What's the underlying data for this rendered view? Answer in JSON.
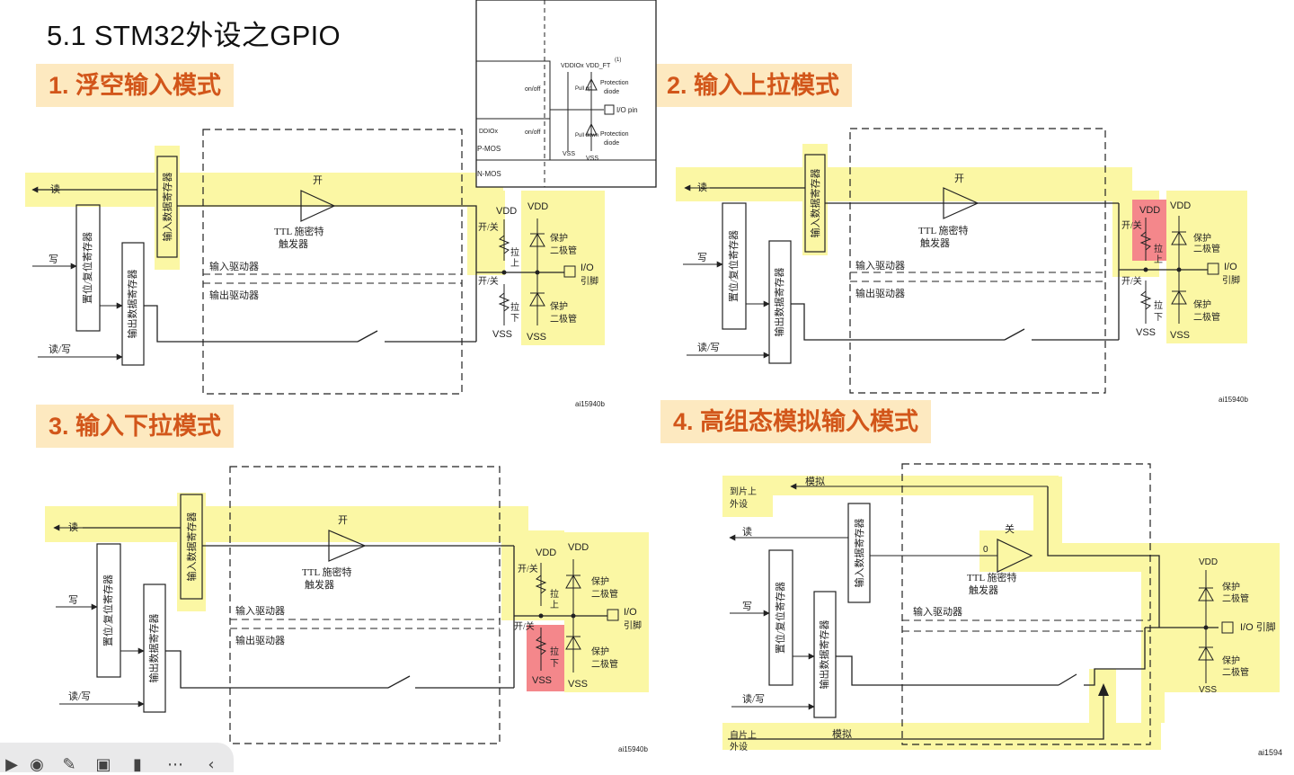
{
  "page": {
    "title": "5.1  STM32外设之GPIO"
  },
  "headings": {
    "h1": "1. 浮空输入模式",
    "h2": "2. 输入上拉模式",
    "h3": "3. 输入下拉模式",
    "h4": "4. 高组态模拟输入模式"
  },
  "labels": {
    "read": "读",
    "write": "写",
    "rw": "读/写",
    "in_reg": "输入数据寄存器",
    "set_reset_reg": "置位/复位寄存器",
    "out_reg": "输出数据寄存器",
    "on": "开",
    "off": "关",
    "ttl1": "TTL 施密特",
    "ttl2": "触发器",
    "in_driver": "输入驱动器",
    "out_driver": "输出驱动器",
    "onoff": "开/关",
    "pull": "拉",
    "up": "上",
    "down": "下",
    "vdd": "VDD",
    "vss": "VSS",
    "protect": "保护",
    "diode": "二极管",
    "io": "I/O",
    "pin": "引脚",
    "io_pin": "I/O 引脚",
    "analog": "模拟",
    "to_chip1": "到片上",
    "to_chip2": "外设",
    "from_chip1": "自片上",
    "from_chip2": "外设",
    "zero": "0",
    "ref_a": "ai15940b",
    "ref_b": "ai1594"
  },
  "inset": {
    "vddiox": "VDDIOx",
    "vddft": "VDD_FT",
    "note": "(1)",
    "onoff": "on/off",
    "pull_up": "Pull up",
    "pull_down": "Pull down",
    "protection": "Protection",
    "diode": "diode",
    "io_pin": "I/O pin",
    "vss": "VSS",
    "ddiox": "DDIOx",
    "pmos": "P-MOS",
    "nmos": "N-MOS"
  },
  "toolbar_icons": [
    "play-icon",
    "play-circle-icon",
    "pen-icon",
    "screenshot-icon",
    "video-icon",
    "more-icon",
    "chevron-left-icon"
  ],
  "colors": {
    "highlight": "#fbf7a4",
    "red_highlight": "#f4878b",
    "heading_bg": "#fde9c0",
    "heading_text": "#d2561a"
  }
}
